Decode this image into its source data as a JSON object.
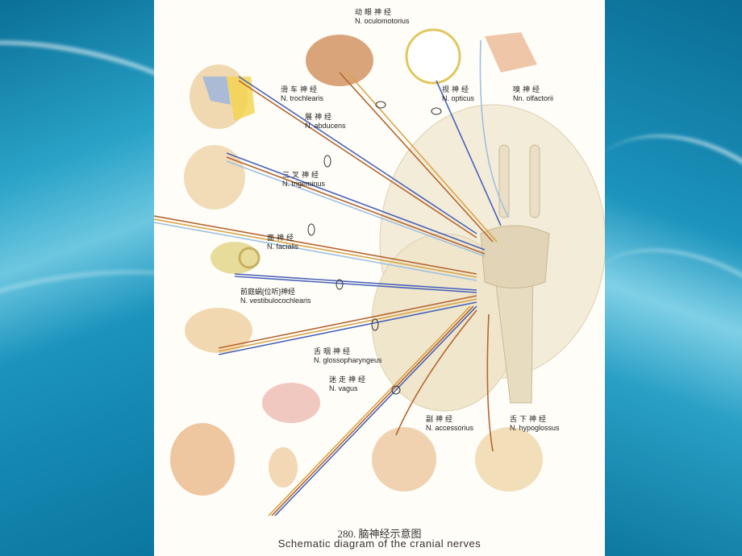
{
  "labels": {
    "oculomotorius": {
      "zh": "动眼神经",
      "en": "N. oculomotorius"
    },
    "trochlearis": {
      "zh": "滑车神经",
      "en": "N. trochlearis"
    },
    "abducens": {
      "zh": "展神经",
      "en": "N. abducens"
    },
    "opticus": {
      "zh": "视神经",
      "en": "N. opticus"
    },
    "olfactorii": {
      "zh": "嗅神经",
      "en": "Nn. olfactorii"
    },
    "trigeminus": {
      "zh": "三叉神经",
      "en": "N. trigeminus"
    },
    "facialis": {
      "zh": "面神经",
      "en": "N. facialis"
    },
    "vestibulocochlearis": {
      "zh": "前庭蜗[位听]神经",
      "en": "N. vestibulocochlearis"
    },
    "glossopharyngeus": {
      "zh": "舌咽神经",
      "en": "N. glossopharyngeus"
    },
    "vagus": {
      "zh": "迷走神经",
      "en": "N. vagus"
    },
    "accessorius": {
      "zh": "副神经",
      "en": "N. accessorius"
    },
    "hypoglossus": {
      "zh": "舌下神经",
      "en": "N. hypoglossus"
    }
  },
  "caption": {
    "zh": "280. 脑神经示意图",
    "en": "Schematic diagram of the cranial nerves"
  },
  "colors": {
    "motor": "#b5652f",
    "sensory": "#4a63b8",
    "light": "#9fc0e0",
    "yellow": "#d9a54a"
  }
}
